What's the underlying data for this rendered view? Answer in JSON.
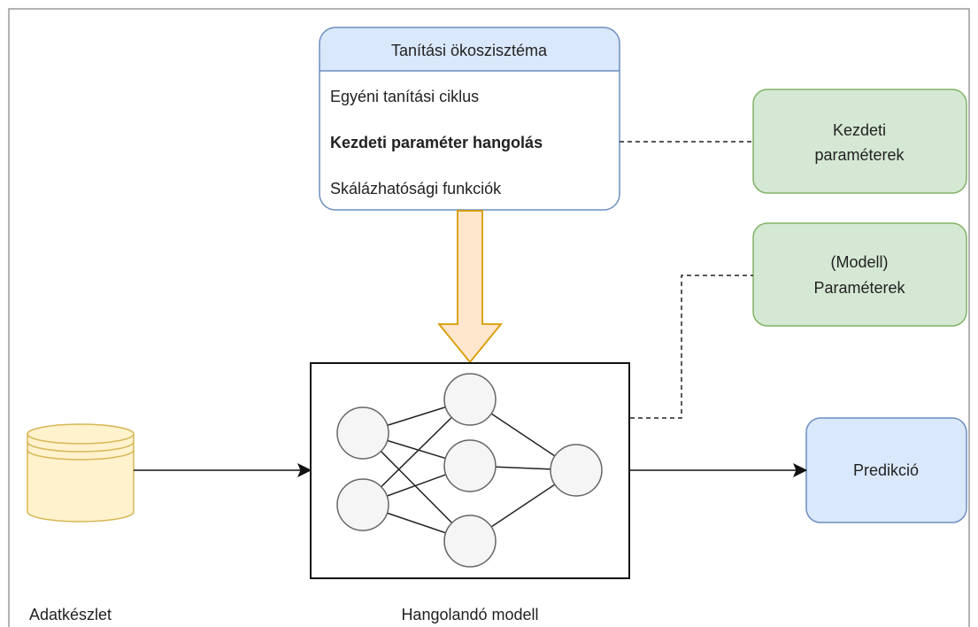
{
  "ecosystem": {
    "title": "Tanítási ökoszisztéma",
    "items": [
      "Egyéni tanítási ciklus",
      "Kezdeti paraméter hangolás",
      "Skálázhatósági funkciók"
    ]
  },
  "boxes": {
    "initial_params_line1": "Kezdeti",
    "initial_params_line2": "paraméterek",
    "model_params_line1": "(Modell)",
    "model_params_line2": "Paraméterek",
    "prediction": "Predikció"
  },
  "labels": {
    "dataset": "Adatkészlet",
    "model": "Hangolandó modell"
  },
  "colors": {
    "ecosystem_header": "#dae8fc",
    "ecosystem_border": "#6c8ebf",
    "green_fill": "#d5e8d4",
    "green_border": "#82b366",
    "blue_fill": "#dae8fc",
    "blue_border": "#6c8ebf",
    "arrow_fill": "#ffe6cc",
    "arrow_border": "#d79b00",
    "db_fill": "#fff2cc",
    "db_border": "#d6b656",
    "node_fill": "#f5f5f5",
    "node_border": "#666666"
  }
}
